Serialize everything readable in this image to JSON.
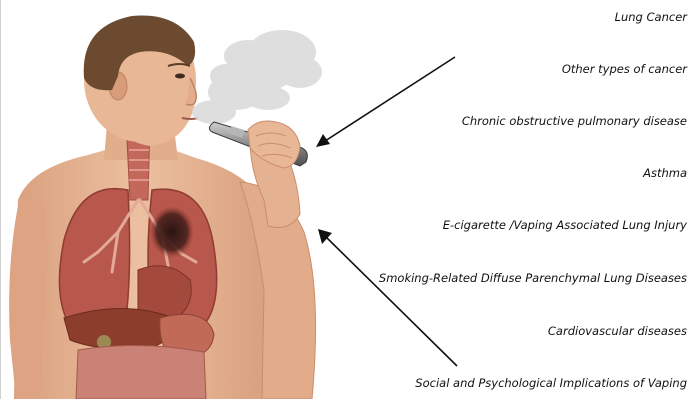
{
  "conditions": [
    "Lung Cancer",
    "Other types of cancer",
    "Chronic obstructive pulmonary disease",
    "Asthma",
    "E-cigarette /Vaping Associated Lung Injury",
    "Smoking-Related Diffuse Parenchymal Lung Diseases",
    "Cardiovascular diseases",
    "Social and Psychological Implications of Vaping"
  ],
  "colors": {
    "skin": "#e8b796",
    "skin_shadow": "#c98d6c",
    "hair": "#6b4a2f",
    "lung": "#b8574b",
    "lung_dark": "#8f3a32",
    "liver": "#8d3d2c",
    "smoke": "#d9d9d9",
    "device": "#8c8c8c",
    "text": "#111111"
  },
  "icons": [
    "vape-device-icon",
    "smoke-cloud-icon",
    "lung-icon",
    "arrow-icon"
  ]
}
